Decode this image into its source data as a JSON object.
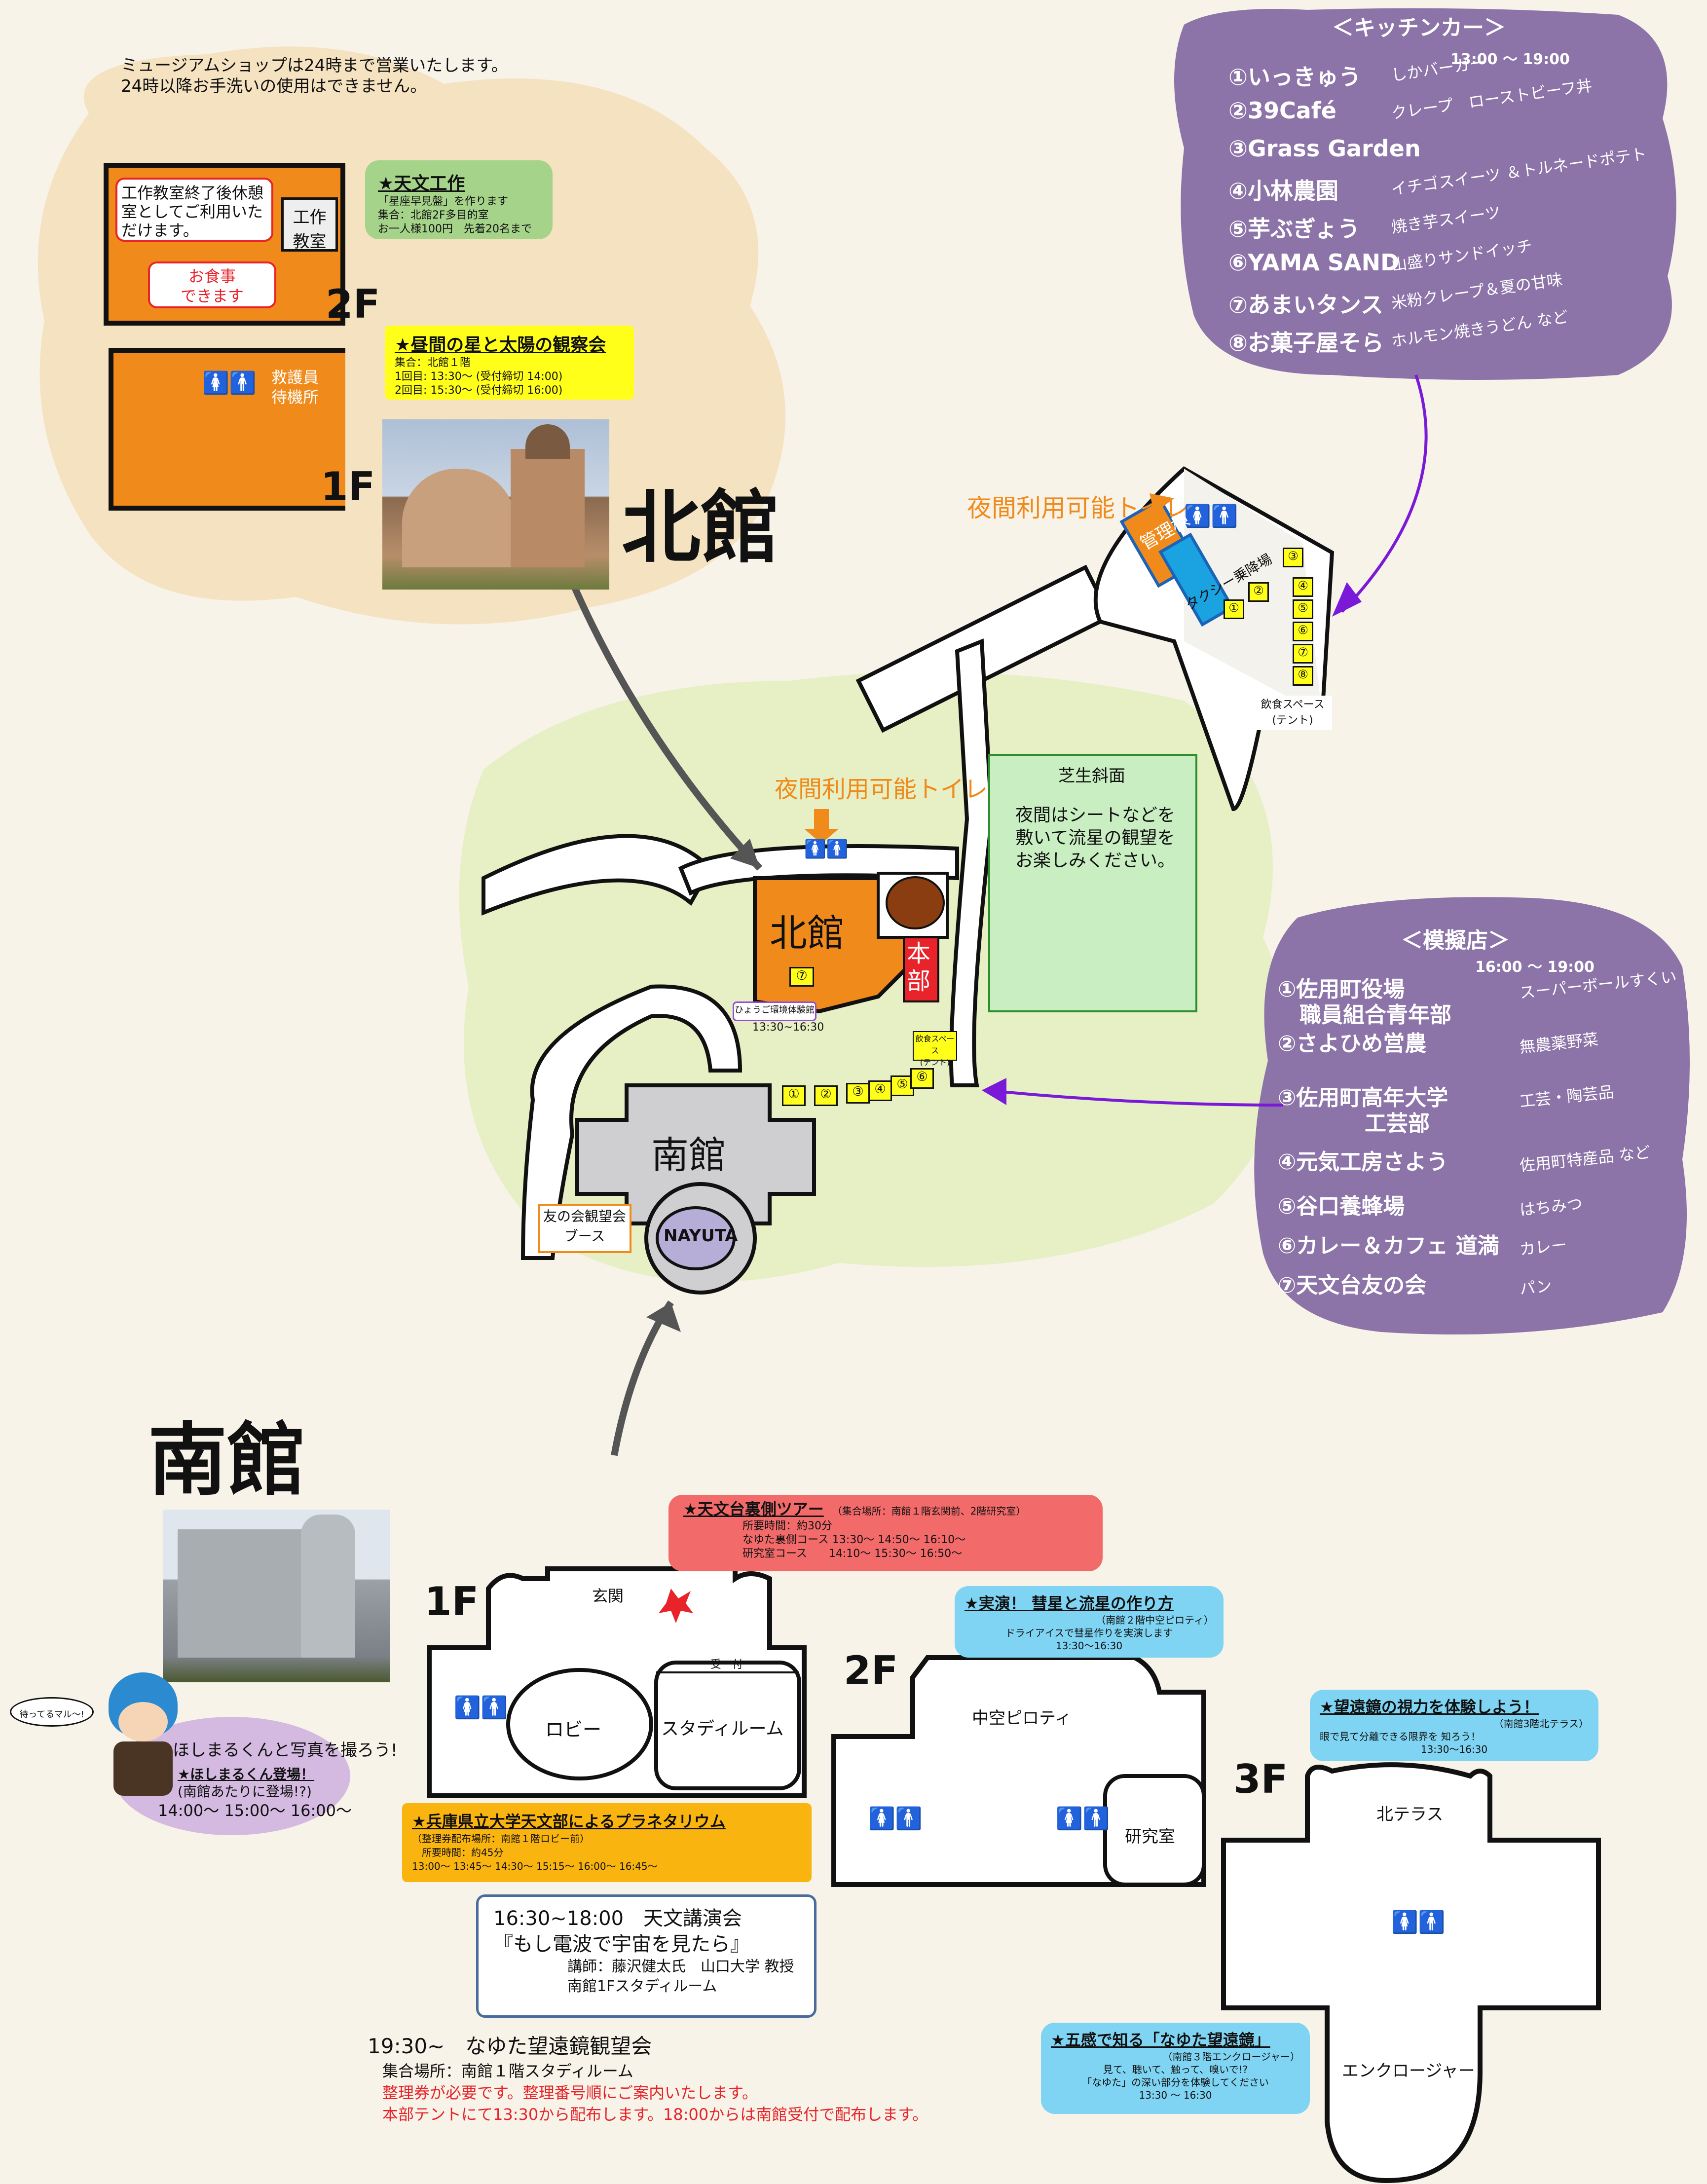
{
  "notice": {
    "line1": "ミュージアムショップは24時まで営業いたします。",
    "line2": "24時以降お手洗いの使用はできません。"
  },
  "north": {
    "title": "北館",
    "floor2": "2F",
    "floor1": "1F",
    "room_workshop": "工作\n教室",
    "rest_note": "工作教室終了後休憩室としてご利用いただけます。",
    "food_note": "お食事\nできます",
    "rescue": "救護員\n待機所",
    "event_craft": {
      "title": "★天文工作",
      "line1": "「星座早見盤」を作ります",
      "line2": "集合：北館2F多目的室",
      "line3": "お一人様100円　先着20名まで"
    },
    "event_sun": {
      "title": "★昼間の星と太陽の観察会",
      "line1": "集合：北館１階",
      "line2": "1回目: 13:30〜 (受付締切 14:00)",
      "line3": "2回目: 15:30〜 (受付締切 16:00)"
    }
  },
  "kitchen": {
    "title": "＜キッチンカー＞",
    "time": "13:00 〜 19:00",
    "items": [
      {
        "name": "①いっきゅう",
        "desc": "しかバーガー"
      },
      {
        "name": "②39Café",
        "desc": "クレープ　ローストビーフ丼"
      },
      {
        "name": "③Grass Garden",
        "desc": ""
      },
      {
        "name": "④小林農園",
        "desc": "イチゴスイーツ ＆トルネードポテト"
      },
      {
        "name": "⑤芋ぶぎょう",
        "desc": "焼き芋スイーツ"
      },
      {
        "name": "⑥YAMA SAND",
        "desc": "山盛りサンドイッチ"
      },
      {
        "name": "⑦あまいタンス",
        "desc": "米粉クレープ＆夏の甘味"
      },
      {
        "name": "⑧お菓子屋そら",
        "desc": "ホルモン焼きうどん など"
      }
    ]
  },
  "stalls": {
    "title": "＜模擬店＞",
    "time": "16:00 〜 19:00",
    "items": [
      {
        "name": "①佐用町役場\n　職員組合青年部",
        "desc": "スーパーボールすくい"
      },
      {
        "name": "②さよひめ営農",
        "desc": "無農薬野菜"
      },
      {
        "name": "③佐用町高年大学\n　　　　工芸部",
        "desc": "工芸・陶芸品"
      },
      {
        "name": "④元気工房さよう",
        "desc": "佐用町特産品 など"
      },
      {
        "name": "⑤谷口養蜂場",
        "desc": "はちみつ"
      },
      {
        "name": "⑥カレー＆カフェ 道満",
        "desc": "カレー"
      },
      {
        "name": "⑦天文台友の会",
        "desc": "パン"
      }
    ]
  },
  "map": {
    "night_toilet": "夜間利用可能トイレ",
    "night_toilet2": "夜間利用可能トイレ",
    "admin": "管理棟",
    "taxi": "タクシー乗降場",
    "dining1": "飲食スペース\n(テント)",
    "dining2": "飲食スペース\n(テント)",
    "lawn_title": "芝生斜面",
    "lawn_text": "夜間はシートなどを\n敷いて流星の観望を\nお楽しみください。",
    "north_bldg": "北館",
    "hq": "本部",
    "south_bldg": "南館",
    "nayuta": "NAYUTA",
    "friends_booth": "友の会観望会\nブース",
    "env_exp": "ひょうご環境体験館",
    "env_time": "13:30~16:30"
  },
  "south": {
    "title": "南館",
    "floor1": "1F",
    "floor2": "2F",
    "floor3": "3F",
    "entrance": "玄関",
    "reception": "受　付",
    "lobby": "ロビー",
    "study": "スタディルーム",
    "piloti": "中空ピロティ",
    "lab": "研究室",
    "terrace": "北テラス",
    "enclosure": "エンクロージャー"
  },
  "mascot": {
    "bubble": "待ってるマル〜!",
    "text": "ほしまるくんと写真を撮ろう!",
    "title": "★ほしまるくん登場！",
    "sub": "(南館あたりに登場!?)",
    "times": "14:00〜 15:00〜 16:00〜"
  },
  "events": {
    "backstage": {
      "title": "★天文台裏側ツアー",
      "meet": "（集合場所：南館１階玄関前、2階研究室）",
      "l1": "所要時間：約30分",
      "l2": "なゆた裏側コース 13:30〜 14:50〜 16:10〜",
      "l3": "研究室コース　　14:10〜 15:30〜 16:50〜"
    },
    "comet": {
      "title": "★実演！ 彗星と流星の作り方",
      "l1": "（南館２階中空ピロティ）",
      "l2": "ドライアイスで彗星作りを実演します",
      "l3": "13:30〜16:30"
    },
    "eyesight": {
      "title": "★望遠鏡の視力を体験しよう！",
      "l1": "（南館3階北テラス）",
      "l2": "眼で見て分離できる限界を 知ろう！",
      "l3": "13:30〜16:30"
    },
    "planetarium": {
      "title": "★兵庫県立大学天文部によるプラネタリウム",
      "l1": "（整理券配布場所：南館１階ロビー前）",
      "l2": "所要時間：約45分",
      "l3": "13:00〜 13:45〜 14:30〜 15:15〜 16:00〜 16:45〜"
    },
    "lecture": {
      "l1": "16:30~18:00　天文講演会",
      "l2": "『もし電波で宇宙を見たら』",
      "l3": "講師：藤沢健太氏　山口大学 教授",
      "l4": "南館1Fスタディルーム"
    },
    "five_senses": {
      "title": "★五感で知る「なゆた望遠鏡」",
      "l1": "（南館３階エンクロージャー）",
      "l2": "見て、聴いて、触って、嗅いで!?",
      "l3": "「なゆた」の深い部分を体験してください",
      "l4": "13:30 〜 16:30"
    },
    "nayuta_view": {
      "l1": "19:30~　なゆた望遠鏡観望会",
      "l2": "集合場所：南館１階スタディルーム",
      "l3": "整理券が必要です。整理番号順にご案内いたします。",
      "l4": "本部テントにて13:30から配布します。18:00からは南館受付で配布します。"
    }
  }
}
